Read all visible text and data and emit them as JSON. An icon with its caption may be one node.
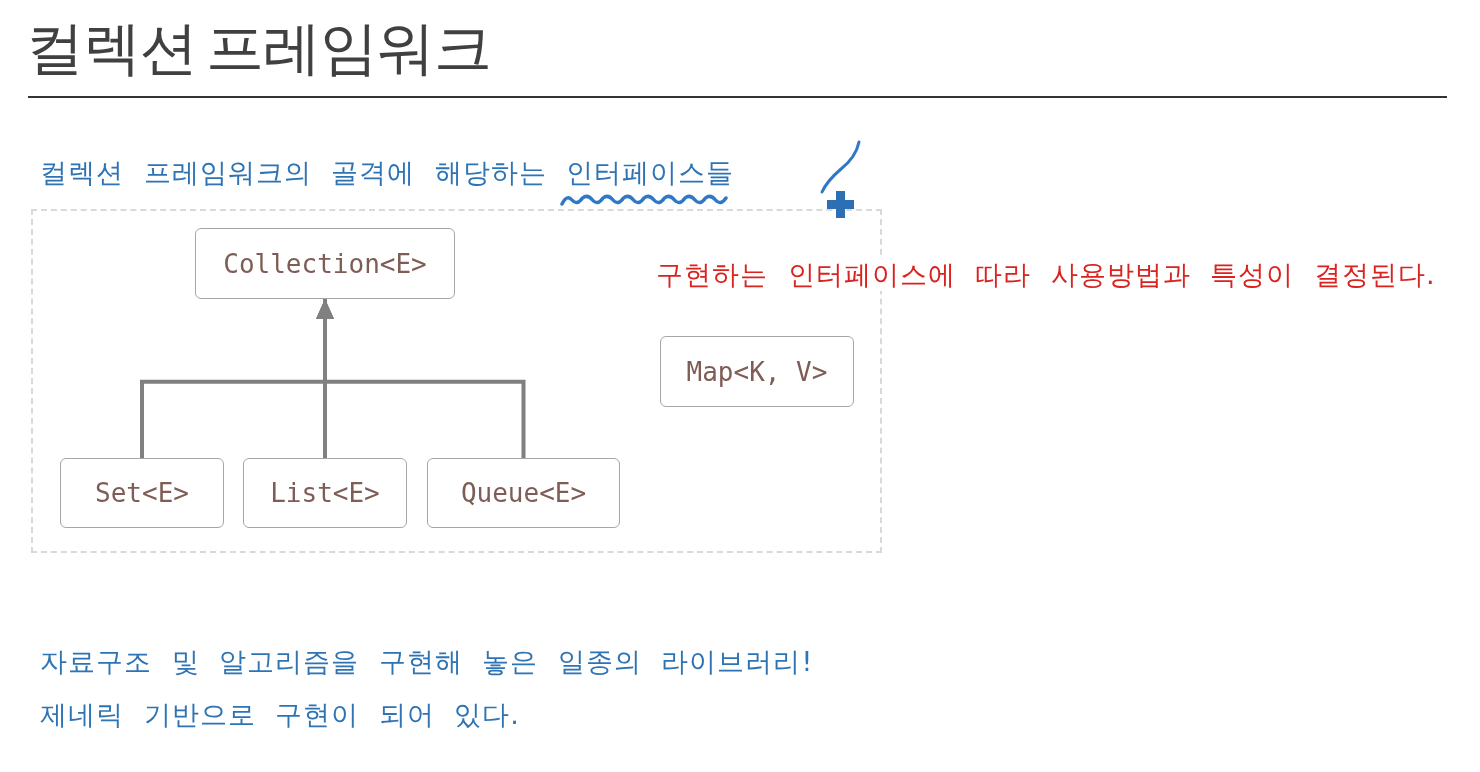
{
  "diagram": {
    "title": "컬렉션 프레임워크",
    "nodes": [
      {
        "text": [
          "컬렉션 프레임워크의 골격에 해당하는 인터페이스들"
        ]
      },
      {
        "text": [
          "Collection<E>"
        ],
        "in": 0
      },
      {
        "text": [
          "Set<E>"
        ],
        "in": 0
      },
      {
        "text": [
          "List<E>"
        ],
        "in": 0
      },
      {
        "text": [
          "Queue<E>"
        ],
        "in": 0
      },
      {
        "text": [
          "Map<K, V>"
        ],
        "in": 0
      }
    ],
    "edges": [
      {
        "from": 2,
        "to": 1,
        "arrow": "to"
      },
      {
        "from": 3,
        "to": 1,
        "arrow": "to"
      },
      {
        "from": 4,
        "to": 1,
        "arrow": "to"
      }
    ],
    "labels": [
      "구현하는 인터페이스에 따라 사용방법과 특성이 결정된다.",
      "자료구조 및 알고리즘을 구현해 놓은 일종의 라이브러리!",
      "제네릭 기반으로 구현이 되어 있다."
    ]
  }
}
